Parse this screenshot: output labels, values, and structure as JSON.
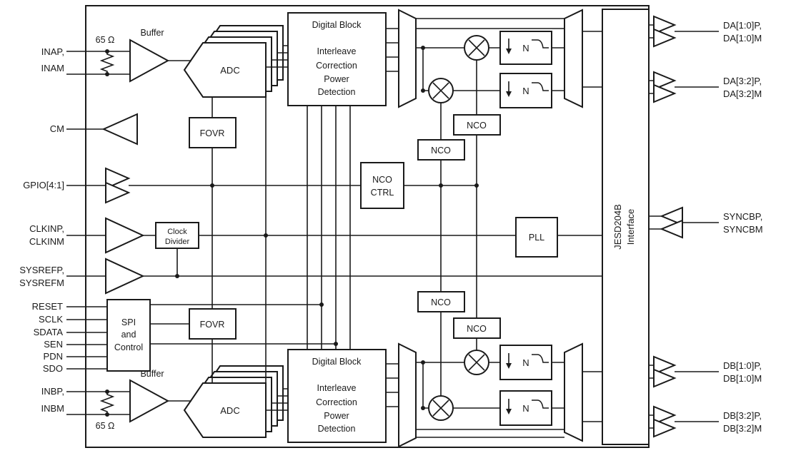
{
  "diagram": {
    "left_ports": {
      "ina": {
        "line1": "INAP,",
        "line2": "INAM"
      },
      "cm_label": "CM",
      "gpio_label": "GPIO[4:1]",
      "clkin": {
        "line1": "CLKINP,",
        "line2": "CLKINM"
      },
      "sysref": {
        "line1": "SYSREFP,",
        "line2": "SYSREFM"
      },
      "spi_pins": [
        "RESET",
        "SCLK",
        "SDATA",
        "SEN",
        "PDN",
        "SDO"
      ],
      "inb": {
        "line1": "INBP,",
        "line2": "INBM"
      }
    },
    "right_ports": {
      "da10": {
        "line1": "DA[1:0]P,",
        "line2": "DA[1:0]M"
      },
      "da32": {
        "line1": "DA[3:2]P,",
        "line2": "DA[3:2]M"
      },
      "syncb": {
        "line1": "SYNCBP,",
        "line2": "SYNCBM"
      },
      "db10": {
        "line1": "DB[1:0]P,",
        "line2": "DB[1:0]M"
      },
      "db32": {
        "line1": "DB[3:2]P,",
        "line2": "DB[3:2]M"
      }
    },
    "blocks": {
      "buffer": "Buffer",
      "termination": "65 Ω",
      "adc": "ADC",
      "fovr": "FOVR",
      "nco": "NCO",
      "pll": "PLL",
      "decimation_n": "N",
      "digital_block": {
        "line1": "Digital Block",
        "line2": "Interleave",
        "line3": "Correction",
        "line4": "Power",
        "line5": "Detection"
      },
      "clock_divider": {
        "line1": "Clock",
        "line2": "Divider"
      },
      "spi_control": {
        "line1": "SPI",
        "line2": "and",
        "line3": "Control"
      },
      "nco_ctrl": {
        "line1": "NCO",
        "line2": "CTRL"
      },
      "jesd": {
        "line1": "JESD204B",
        "line2": "Interface"
      }
    },
    "colors": {
      "line": "#1a1a1a",
      "background": "#ffffff"
    }
  }
}
